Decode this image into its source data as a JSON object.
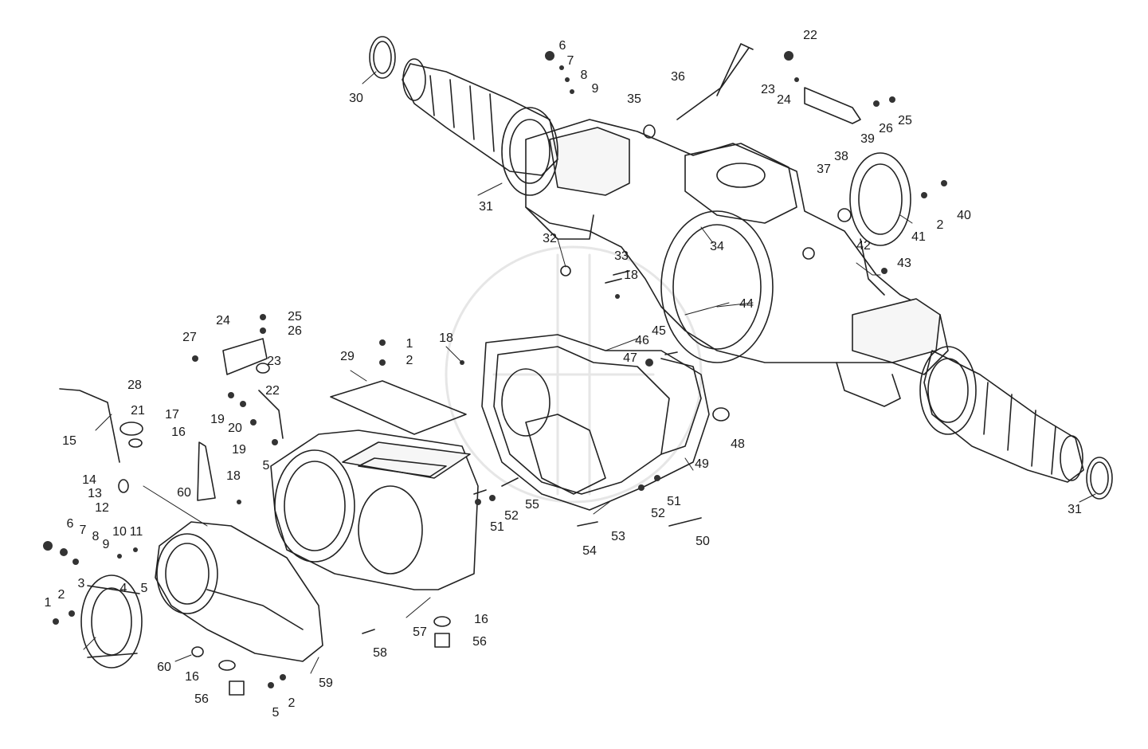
{
  "diagram": {
    "callouts": [
      "30",
      "6",
      "7",
      "8",
      "9",
      "36",
      "35",
      "22",
      "23",
      "24",
      "25",
      "26",
      "39",
      "38",
      "37",
      "31",
      "40",
      "2",
      "41",
      "42",
      "43",
      "32",
      "33",
      "34",
      "18",
      "44",
      "45",
      "46",
      "47",
      "25",
      "26",
      "24",
      "23",
      "27",
      "22",
      "28",
      "21",
      "17",
      "16",
      "15",
      "1",
      "2",
      "29",
      "18",
      "19",
      "20",
      "19",
      "5",
      "60",
      "14",
      "13",
      "12",
      "18",
      "6",
      "7",
      "8",
      "9",
      "10",
      "11",
      "4",
      "5",
      "3",
      "1",
      "2",
      "60",
      "16",
      "56",
      "5",
      "2",
      "59",
      "58",
      "57",
      "16",
      "56",
      "54",
      "53",
      "55",
      "52",
      "51",
      "51",
      "52",
      "50",
      "49",
      "48",
      "31"
    ]
  }
}
